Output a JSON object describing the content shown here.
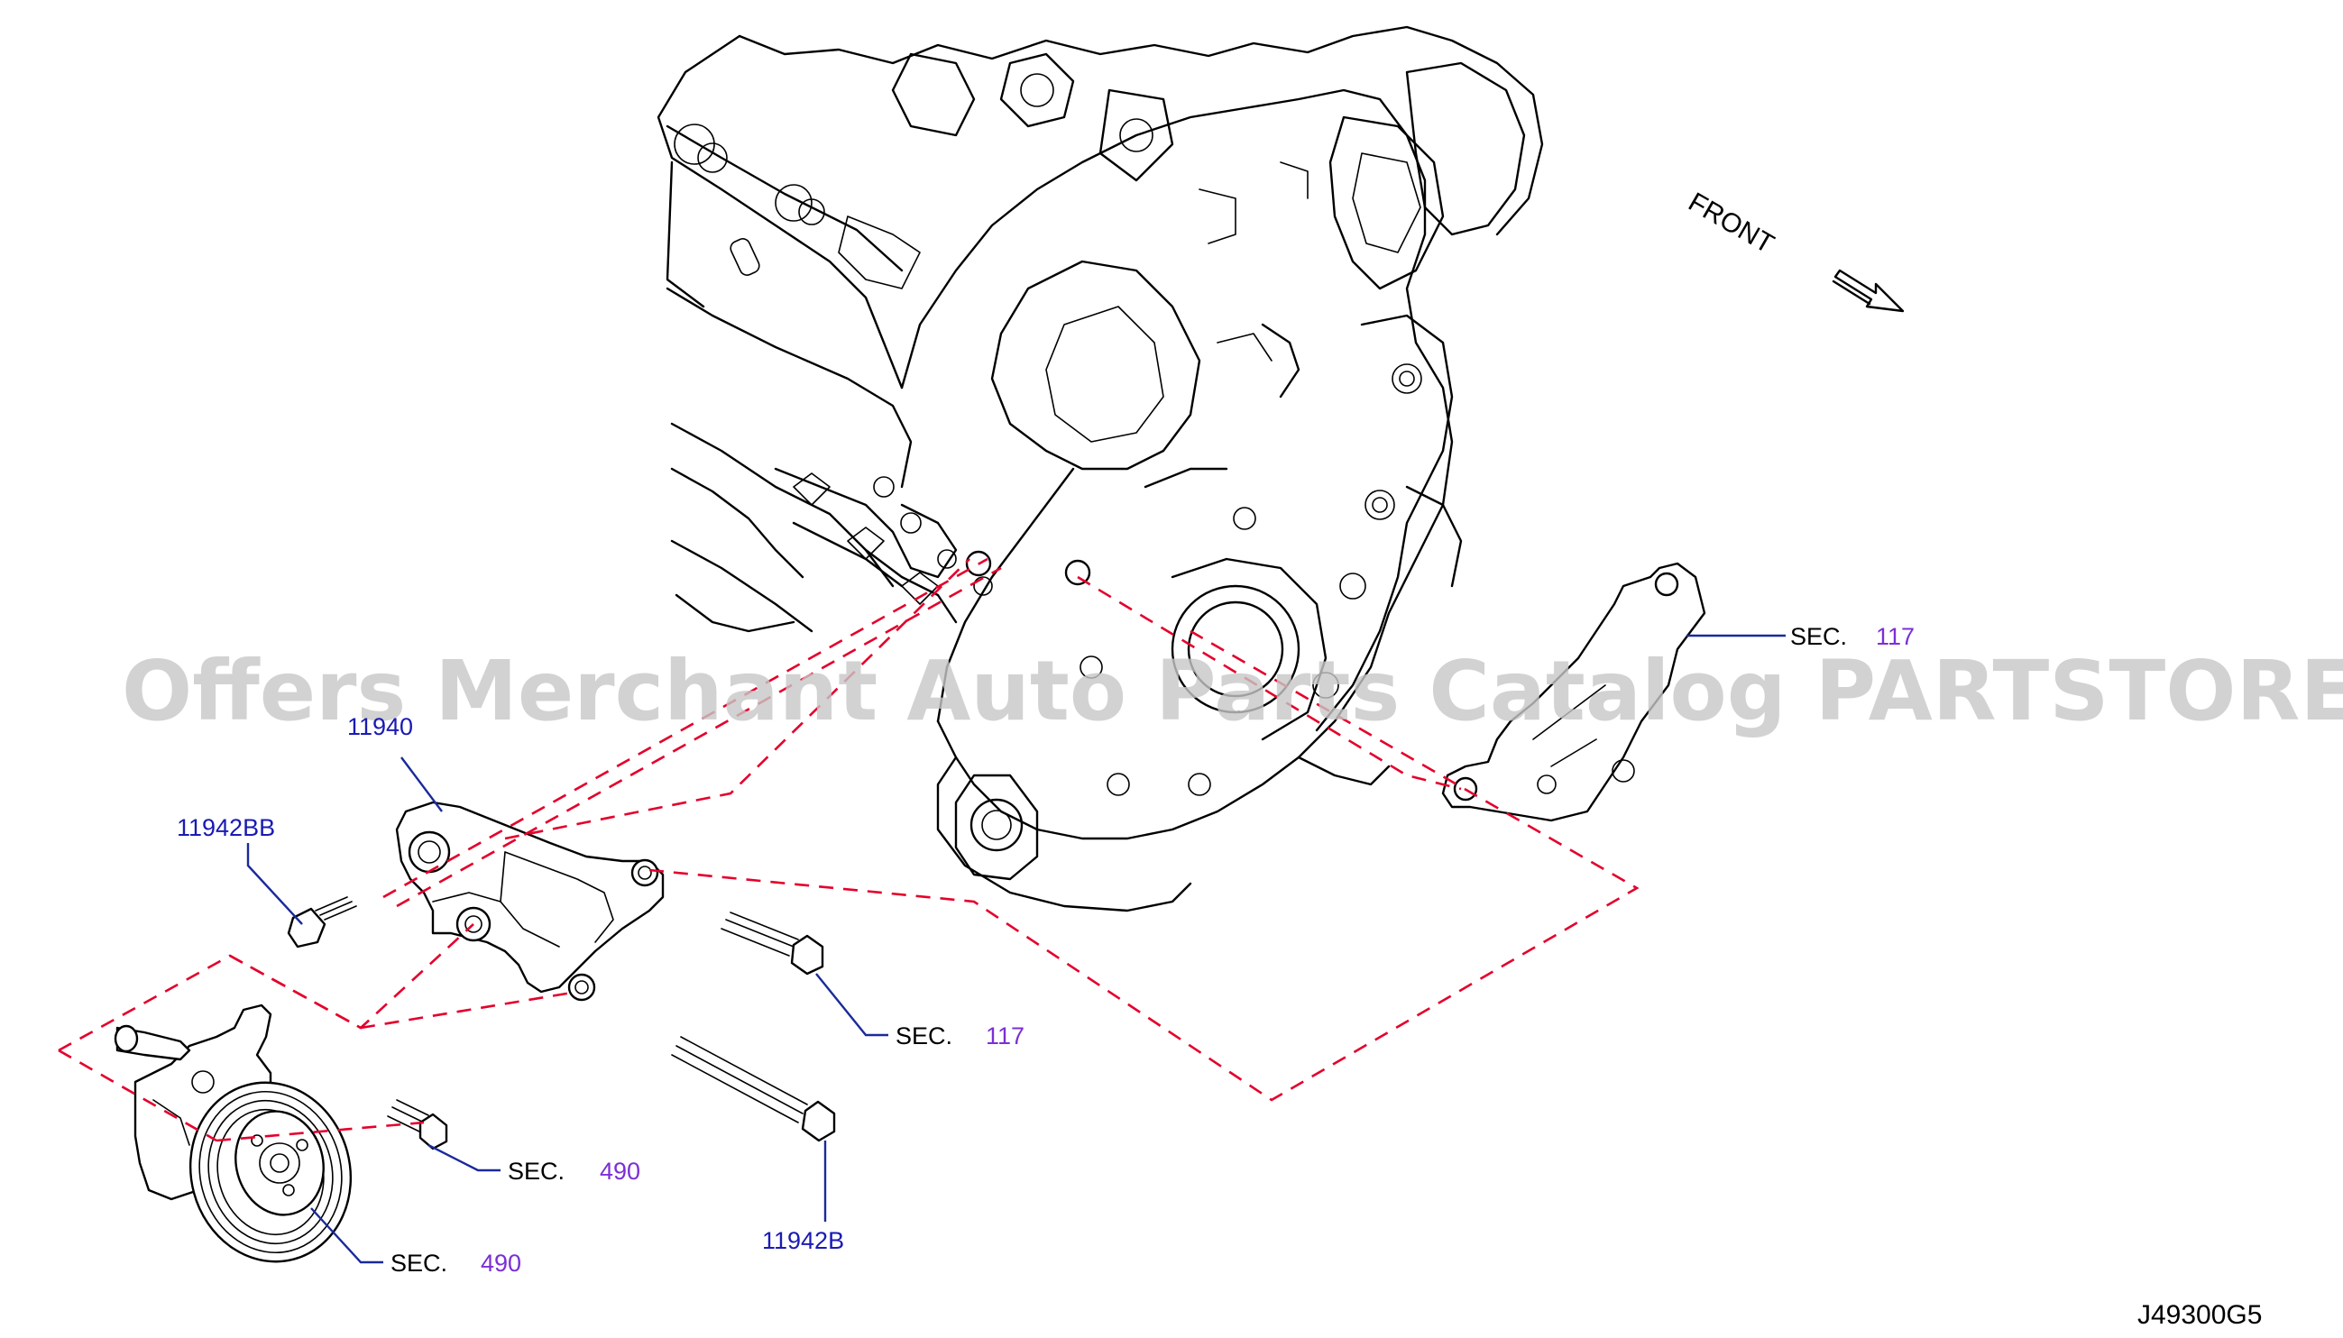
{
  "watermark": "Offers Merchant Auto Parts Catalog PARTSTORE.SA",
  "front_label": "FRONT",
  "diagram_code": "J49300G5",
  "callouts": {
    "sec_117_right": {
      "prefix": "SEC.",
      "number": "117"
    },
    "sec_117_mid": {
      "prefix": "SEC.",
      "number": "117"
    },
    "sec_490_upper": {
      "prefix": "SEC.",
      "number": "490"
    },
    "sec_490_lower": {
      "prefix": "SEC.",
      "number": "490"
    },
    "part_11940": "11940",
    "part_11942BB": "11942BB",
    "part_11942B": "11942B"
  },
  "colors": {
    "leader_line": "#1a2a9a",
    "part_number": "#1a1ab5",
    "section_number": "#7b2fd6",
    "dashed_guide": "#e4002b"
  }
}
